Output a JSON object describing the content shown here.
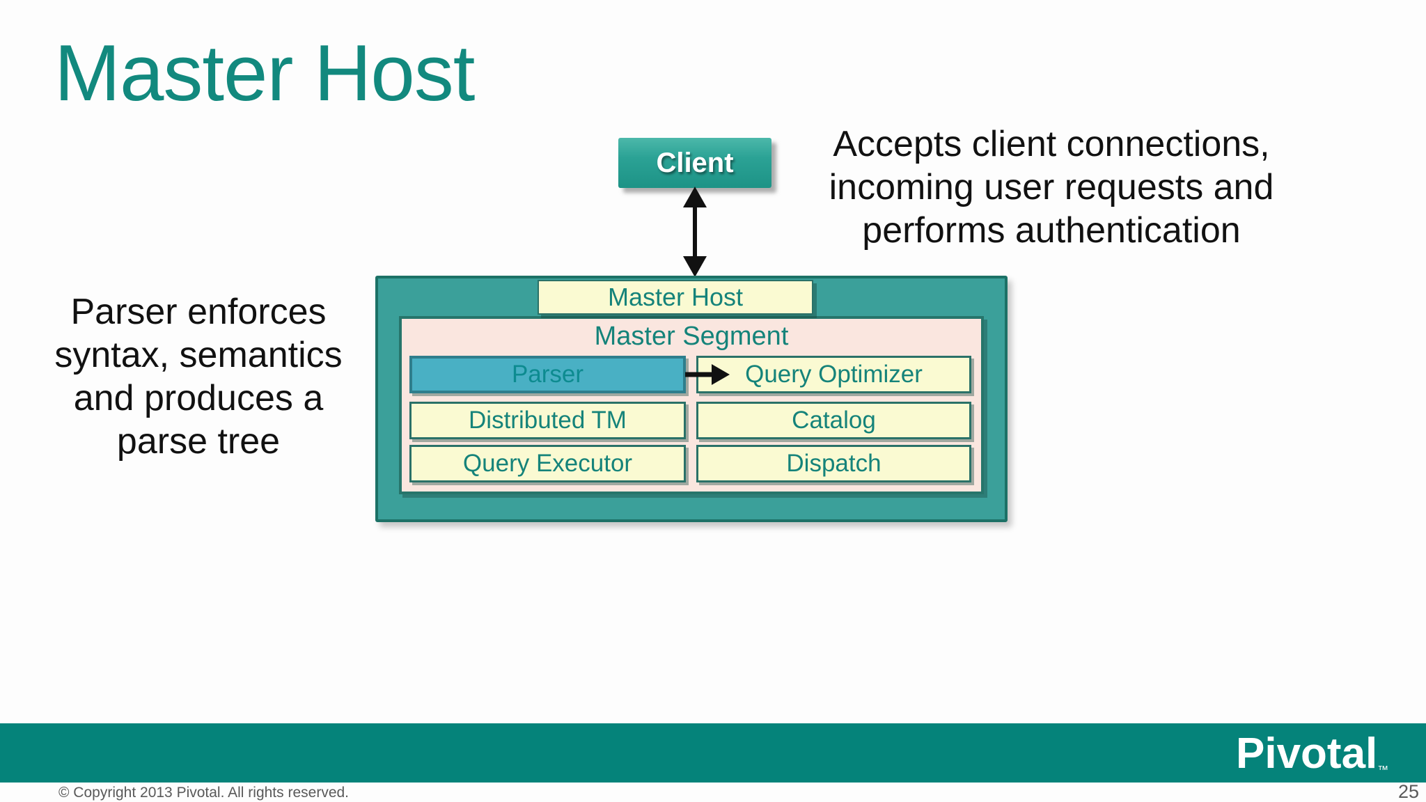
{
  "slide": {
    "title": "Master Host",
    "page_number": "25",
    "copyright": "© Copyright 2013 Pivotal. All rights reserved."
  },
  "diagram": {
    "client_label": "Client",
    "master_host_label": "Master Host",
    "master_segment_label": "Master Segment",
    "modules": [
      {
        "label": "Parser",
        "highlighted": true
      },
      {
        "label": "Query Optimizer",
        "highlighted": false
      },
      {
        "label": "Distributed TM",
        "highlighted": false
      },
      {
        "label": "Catalog",
        "highlighted": false
      },
      {
        "label": "Query Executor",
        "highlighted": false
      },
      {
        "label": "Dispatch",
        "highlighted": false
      }
    ],
    "icons": {
      "client_link": "bidirectional-vertical-arrow",
      "parser_flow": "right-arrow"
    }
  },
  "annotations": {
    "right": {
      "lines": [
        "Accepts client connections,",
        "incoming user requests and",
        "performs authentication"
      ]
    },
    "left": {
      "lines": [
        "Parser enforces",
        "syntax, semantics",
        "and produces a",
        "parse tree"
      ]
    }
  },
  "footer": {
    "logo_text": "Pivotal",
    "logo_tm": "™"
  },
  "colors": {
    "title_teal": "#12897e",
    "outer_box_fill": "#3ba09a",
    "outer_box_border": "#1c7166",
    "inner_box_fill": "#fae6df",
    "module_fill": "#fafad2",
    "module_border": "#2a7168",
    "module_text": "#15837a",
    "parser_fill": "#49b0c4",
    "client_fill": "#2ba295",
    "bottom_bar": "#05837a",
    "annotation_text": "#111111",
    "footer_text": "#595959"
  }
}
